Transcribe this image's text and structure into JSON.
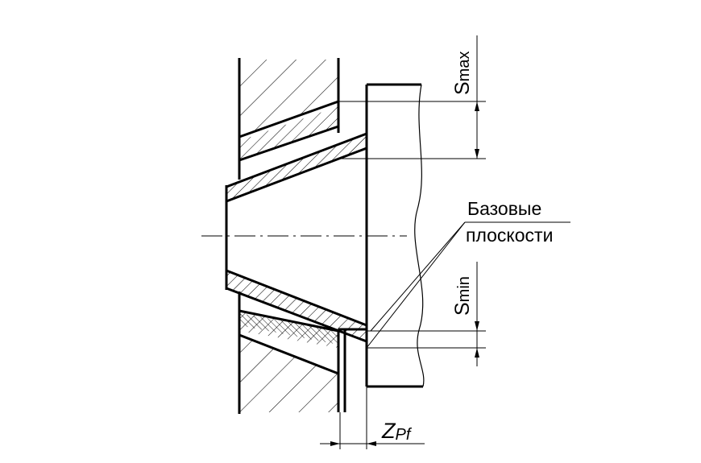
{
  "labels": {
    "base_planes_line1": "Базовые",
    "base_planes_line2": "плоскости",
    "s_max_main": "S",
    "s_max_sub": "max",
    "s_min_main": "S",
    "s_min_sub": "min",
    "z_main": "Z",
    "z_sub": "Pf"
  },
  "colors": {
    "ink": "#000000",
    "background": "#ffffff"
  }
}
